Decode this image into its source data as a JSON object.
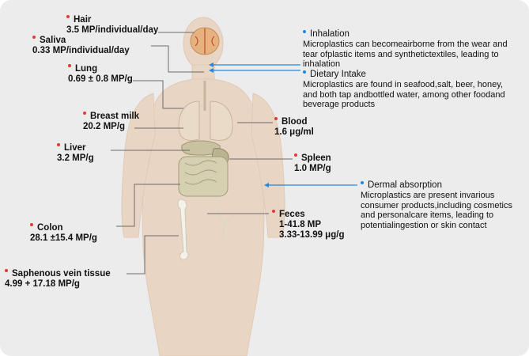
{
  "colors": {
    "accent_red": "#e53935",
    "accent_blue": "#1e88e5",
    "body_fill": "#e8d5c4",
    "leader_gray": "#6b6b6b"
  },
  "organs": [
    {
      "id": "hair",
      "name": "Hair",
      "value": "3.5 MP/individual/day"
    },
    {
      "id": "saliva",
      "name": "Saliva",
      "value": "0.33 MP/individual/day"
    },
    {
      "id": "lung",
      "name": "Lung",
      "value": "0.69 ± 0.8 MP/g"
    },
    {
      "id": "breast-milk",
      "name": "Breast milk",
      "value": "20.2 MP/g"
    },
    {
      "id": "liver",
      "name": "Liver",
      "value": "3.2 MP/g"
    },
    {
      "id": "colon",
      "name": "Colon",
      "value": "28.1 ±15.4 MP/g"
    },
    {
      "id": "saphenous",
      "name": "Saphenous vein tissue",
      "value": "4.99 + 17.18 MP/g"
    },
    {
      "id": "blood",
      "name": "Blood",
      "value": "1.6 μg/ml"
    },
    {
      "id": "spleen",
      "name": "Spleen",
      "value": "1.0 MP/g"
    },
    {
      "id": "feces",
      "name": "Feces",
      "value": "1-41.8 MP",
      "value2": "3.33-13.99 μg/g"
    }
  ],
  "routes": [
    {
      "id": "inhalation",
      "title": "Inhalation",
      "description": "Microplastics can becomeairborne from the wear and tear ofplastic items and synthetictextiles, leading to inhalation"
    },
    {
      "id": "dietary",
      "title": "Dietary Intake",
      "description": "Microplastics are found in seafood,salt, beer, honey, and both tap andbottled water, among other foodand beverage products"
    },
    {
      "id": "dermal",
      "title": "Dermal absorption",
      "description": "Microplastics are present invarious consumer products,including cosmetics and personalcare items, leading to potentialingestion or skin contact"
    }
  ]
}
